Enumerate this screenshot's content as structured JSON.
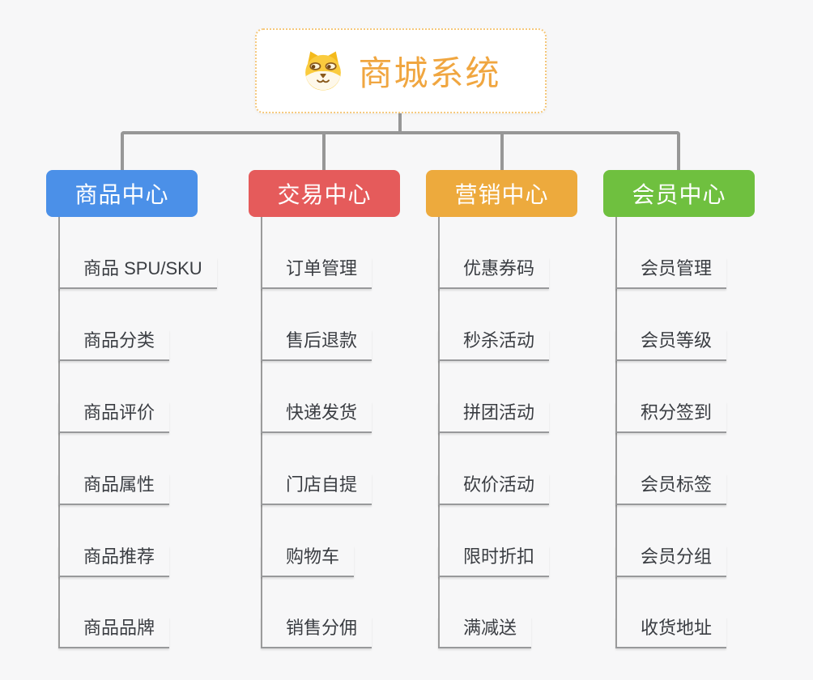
{
  "root": {
    "title": "商城系统",
    "icon": "shiba-dog-icon",
    "accent_color": "#f0a640",
    "border_color": "#f5c87c"
  },
  "connector_color": "#979797",
  "background_color": "#f7f7f8",
  "branches": [
    {
      "label": "商品中心",
      "color": "#4b90e8",
      "items": [
        "商品 SPU/SKU",
        "商品分类",
        "商品评价",
        "商品属性",
        "商品推荐",
        "商品品牌"
      ]
    },
    {
      "label": "交易中心",
      "color": "#e55b5b",
      "items": [
        "订单管理",
        "售后退款",
        "快递发货",
        "门店自提",
        "购物车",
        "销售分佣"
      ]
    },
    {
      "label": "营销中心",
      "color": "#edaa3d",
      "items": [
        "优惠券码",
        "秒杀活动",
        "拼团活动",
        "砍价活动",
        "限时折扣",
        "满减送"
      ]
    },
    {
      "label": "会员中心",
      "color": "#6fc03f",
      "items": [
        "会员管理",
        "会员等级",
        "积分签到",
        "会员标签",
        "会员分组",
        "收货地址"
      ]
    }
  ]
}
